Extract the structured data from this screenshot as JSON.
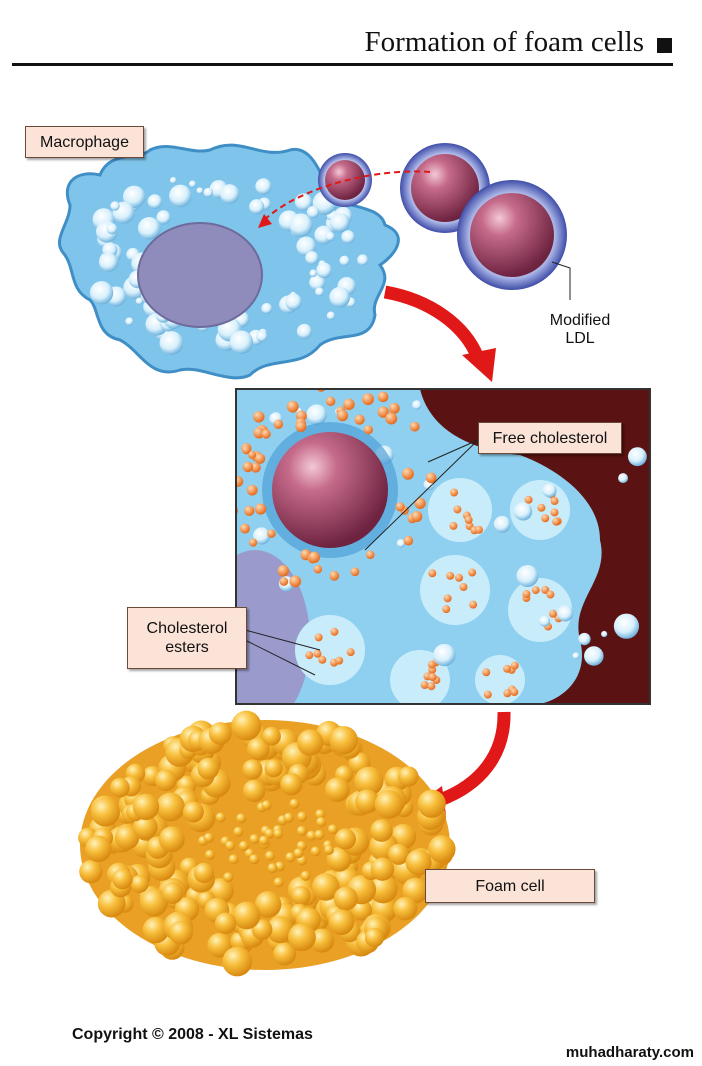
{
  "header": {
    "title": "Formation of foam cells"
  },
  "labels": {
    "macrophage": "Macrophage",
    "modified_ldl_line1": "Modified",
    "modified_ldl_line2": "LDL",
    "free_cholesterol": "Free cholesterol",
    "cholesterol_esters_line1": "Cholesterol",
    "cholesterol_esters_line2": "esters",
    "foam_cell": "Foam cell"
  },
  "footer": {
    "copyright": "Copyright © 2008 - XL Sistemas",
    "watermark": "muhadharaty.com"
  },
  "colors": {
    "macrophage": "#7fc4ea",
    "nucleus": "#8f8cbc",
    "ldl": "#b8587a",
    "arrow": "#e01818",
    "foam": "#f7b531",
    "background_tissue": "#5a1212",
    "label_fill": "#fbe3d8"
  }
}
